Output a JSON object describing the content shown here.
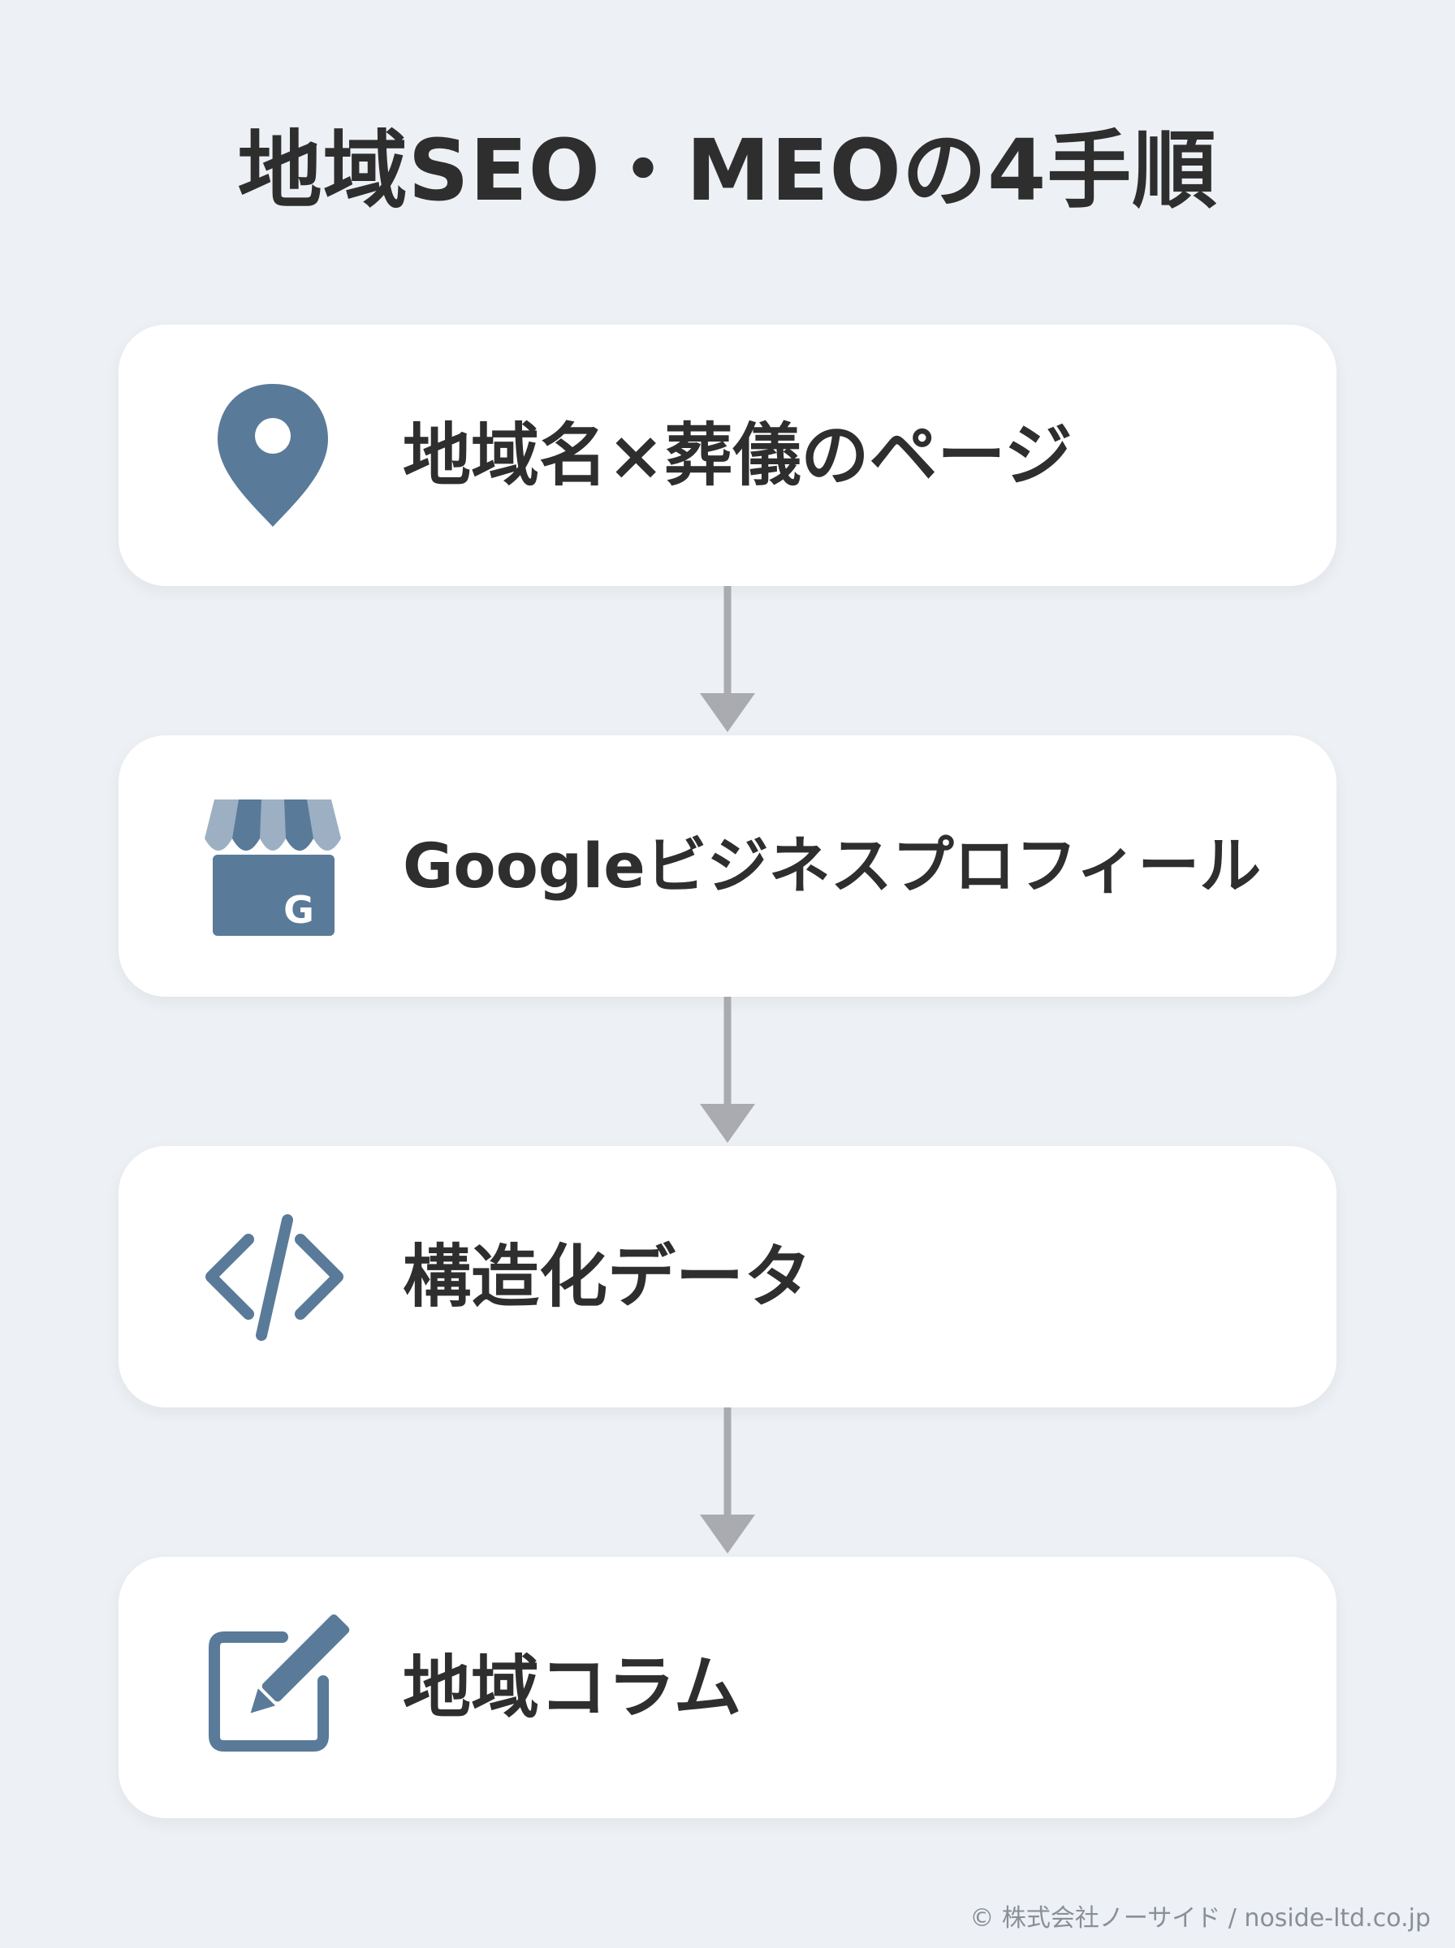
{
  "title": "地域SEO・MEOの4手順",
  "steps": [
    {
      "label": "地域名×葬儀のページ",
      "icon": "map-pin-icon"
    },
    {
      "label": "Googleビジネスプロフィール",
      "icon": "google-business-store-icon",
      "icon_text": "G"
    },
    {
      "label": "構造化データ",
      "icon": "code-brackets-icon"
    },
    {
      "label": "地域コラム",
      "icon": "edit-pencil-icon"
    }
  ],
  "footer": "© 株式会社ノーサイド / noside-ltd.co.jp",
  "colors": {
    "background": "#edf0f4",
    "card": "#ffffff",
    "icon": "#5a7a99",
    "icon_light": "#9db0c3",
    "arrow": "#a9abb0",
    "text": "#2e2e2e"
  }
}
